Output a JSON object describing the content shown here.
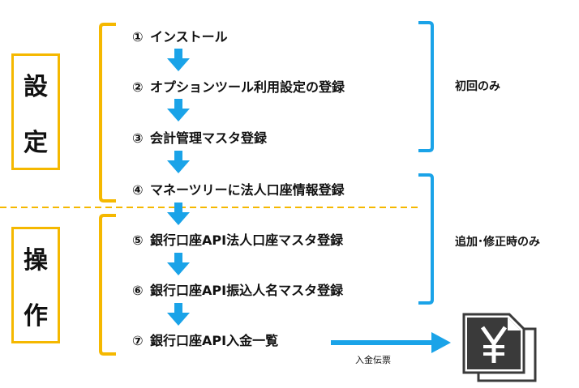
{
  "sections": {
    "settings": [
      "設",
      "定"
    ],
    "operation": [
      "操",
      "作"
    ]
  },
  "steps": [
    {
      "num": "①",
      "label": "インストール"
    },
    {
      "num": "②",
      "label": "オプションツール利用設定の登録"
    },
    {
      "num": "③",
      "label": "会計管理マスタ登録"
    },
    {
      "num": "④",
      "label": "マネーツリーに法人口座情報登録"
    },
    {
      "num": "⑤",
      "label": "銀行口座API法人口座マスタ登録"
    },
    {
      "num": "⑥",
      "label": "銀行口座API振込人名マスタ登録"
    },
    {
      "num": "⑦",
      "label": "銀行口座API入金一覧"
    }
  ],
  "notes": {
    "first_time_only": "初回のみ",
    "add_modify_only": "追加･修正時のみ"
  },
  "output_label": "入金伝票",
  "output_icon": "yen-document-icon",
  "colors": {
    "orange": "#f5b800",
    "blue": "#1aa3e8",
    "icon": "#3a3a3a"
  }
}
